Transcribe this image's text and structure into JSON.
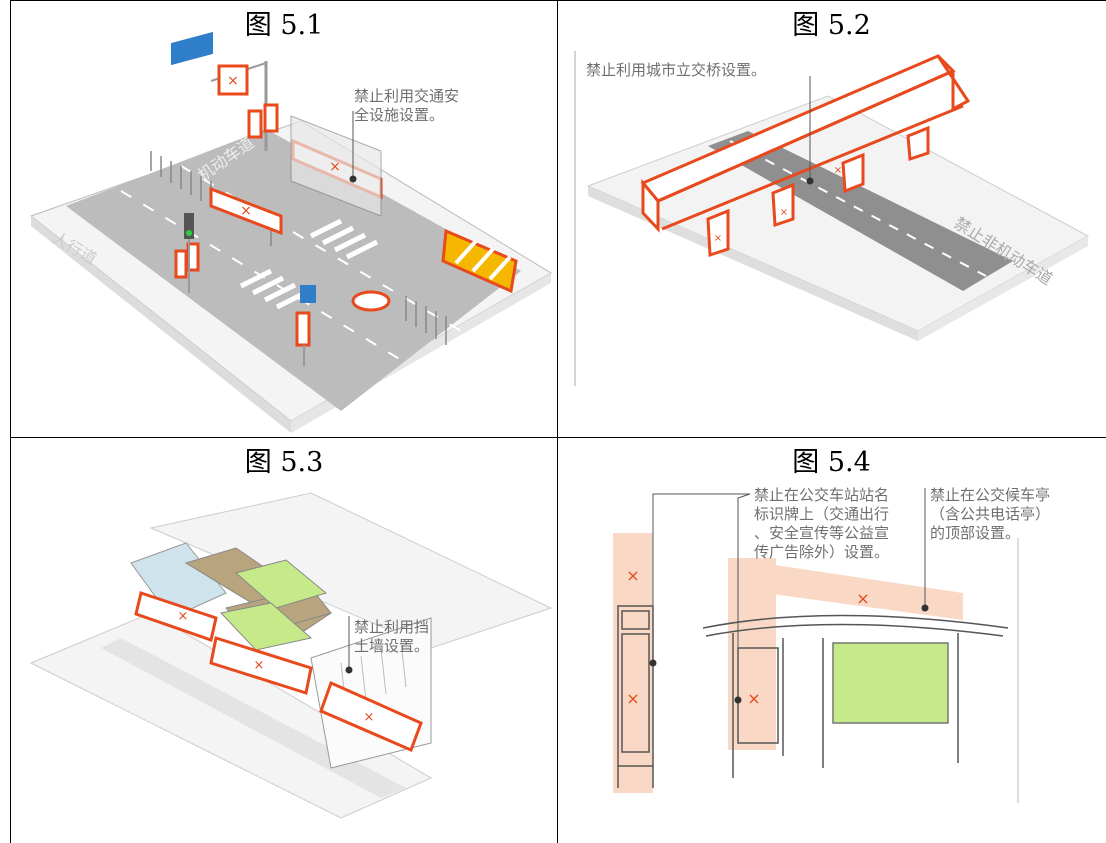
{
  "figures": [
    {
      "caption": "图 5.1",
      "note": "禁止利用交通安\n全设施设置。",
      "road_text_1": "机动车道",
      "road_text_2": "人行道"
    },
    {
      "caption": "图 5.2",
      "note": "禁止利用城市立交桥设置。",
      "road_text": "禁止非机动车道"
    },
    {
      "caption": "图 5.3",
      "note": "禁止利用挡\n土墙设置。"
    },
    {
      "caption": "图 5.4",
      "note_left": "禁止在公交车站站名\n标识牌上（交通出行\n、安全宣传等公益宣\n传广告除外）设置。",
      "note_right": "禁止在公交候车亭\n（含公共电话亭）\n的顶部设置。"
    }
  ],
  "marks": {
    "cross": "×"
  },
  "colors": {
    "highlight": "#e8491d",
    "panel_fill": "#f9d9c6",
    "green_panel": "#c6e98a",
    "road": "#bcbcbc"
  }
}
